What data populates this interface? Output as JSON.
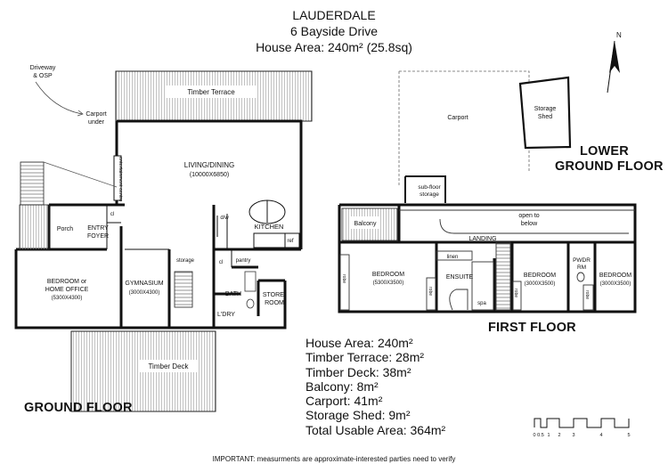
{
  "header": {
    "name": "LAUDERDALE",
    "address": "6 Bayside Drive",
    "house_area": "House Area: 240m² (25.8sq)"
  },
  "floor_labels": {
    "ground": "GROUND FLOOR",
    "first": "FIRST FLOOR",
    "lower_line1": "LOWER",
    "lower_line2": "GROUND FLOOR"
  },
  "rooms": {
    "ground": {
      "timber_terrace": "Timber Terrace",
      "living_dining": "LIVING/DINING",
      "living_dining_dims": "(10000X6850)",
      "entertainment": "entertainment centre",
      "kitchen": "KITCHEN",
      "dw": "d/w",
      "ref": "ref",
      "pantry": "pantry",
      "porch": "Porch",
      "entry_1": "ENTRY",
      "entry_2": "FOYER",
      "cl": "cl",
      "bedroom_1": "BEDROOM or",
      "bedroom_2": "HOME OFFICE",
      "bedroom_dims": "(5300X4300)",
      "gym": "GYMNASIUM",
      "gym_dims": "(3000X4300)",
      "storage": "storage",
      "bath": "BATH",
      "laundry": "L'DRY",
      "store_1": "STORE-",
      "store_2": "ROOM",
      "timber_deck": "Timber Deck",
      "driveway_1": "Driveway",
      "driveway_2": "& OSP",
      "carport_under_1": "Carport",
      "carport_under_2": "under"
    },
    "lower": {
      "carport": "Carport",
      "shed_1": "Storage",
      "shed_2": "Shed",
      "subfloor_1": "sub-floor",
      "subfloor_2": "storage"
    },
    "first": {
      "balcony": "Balcony",
      "open_1": "open to",
      "open_2": "below",
      "landing": "LANDING",
      "linen": "linen",
      "bed1": "BEDROOM",
      "bed1_dims": "(5300X3500)",
      "robe": "robe",
      "ensuite": "ENSUITE",
      "spa": "spa",
      "bed2": "BEDROOM",
      "bed2_dims": "(3000X3500)",
      "pwdr_1": "PWDR",
      "pwdr_2": "RM",
      "bed3": "BEDROOM",
      "bed3_dims": "(3000X3500)"
    }
  },
  "areas": [
    "House Area: 240m²",
    "Timber Terrace: 28m²",
    "Timber Deck: 38m²",
    "Balcony: 8m²",
    "Carport: 41m²",
    "Storage Shed: 9m²",
    "Total Usable Area: 364m²"
  ],
  "north_label": "N",
  "scale_labels": [
    "0",
    "0.5",
    "1",
    "2",
    "3",
    "4",
    "5"
  ],
  "note": "IMPORTANT: measurments are approximate-interested parties need to verify",
  "colors": {
    "wall": "#111111",
    "line": "#444444",
    "background": "#ffffff"
  }
}
